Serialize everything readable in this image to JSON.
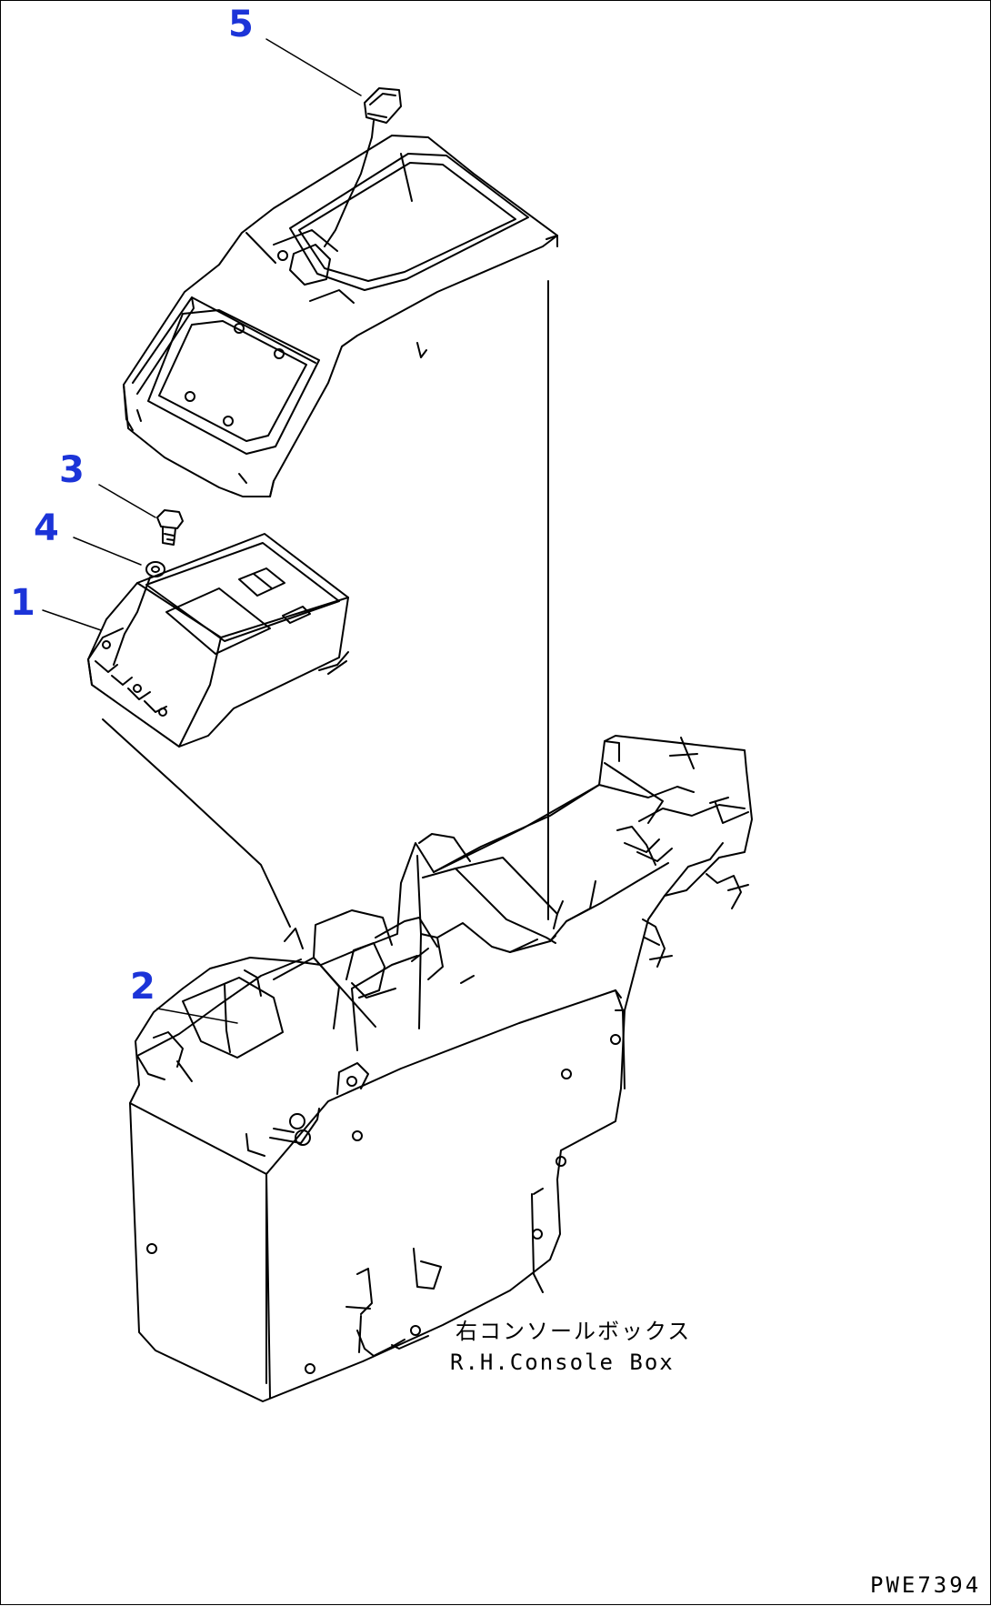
{
  "callouts": [
    {
      "id": "5",
      "label": "5"
    },
    {
      "id": "3",
      "label": "3"
    },
    {
      "id": "4",
      "label": "4"
    },
    {
      "id": "1",
      "label": "1"
    },
    {
      "id": "2",
      "label": "2"
    }
  ],
  "caption": {
    "jp": "右コンソールボックス",
    "en": "R.H.Console Box"
  },
  "drawing_ref": "PWE7394",
  "colors": {
    "callout": "#1c34d8",
    "line": "#000000"
  }
}
